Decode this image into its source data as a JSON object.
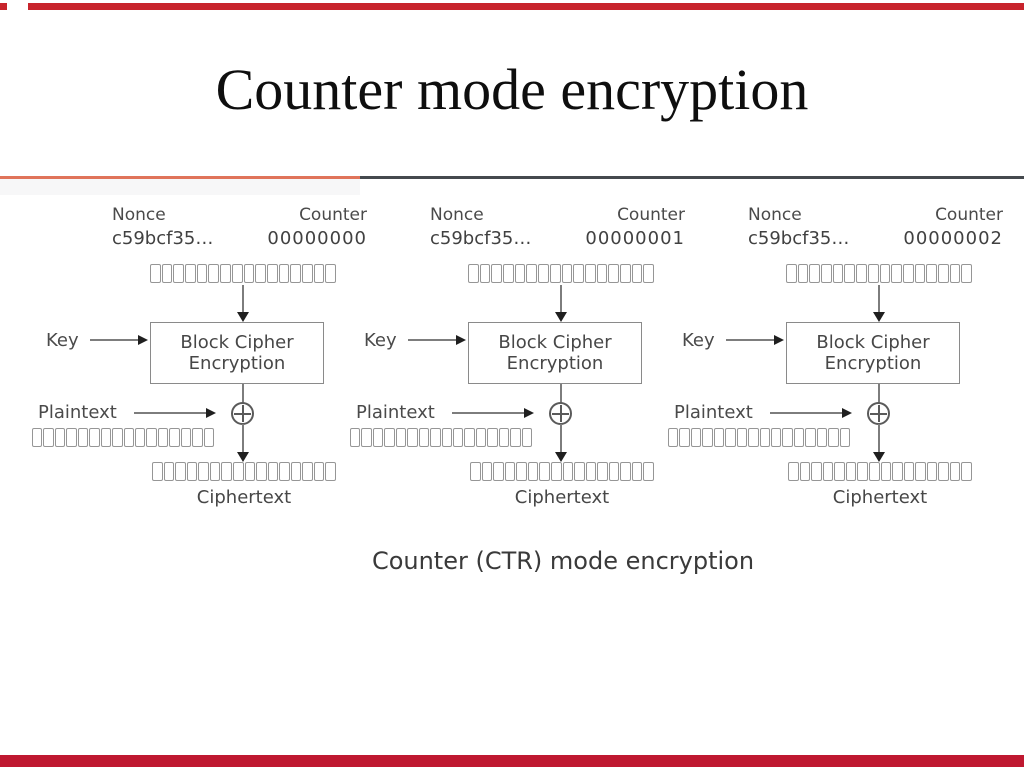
{
  "slide": {
    "title": "Counter mode encryption",
    "caption": "Counter (CTR) mode encryption",
    "accent_colors": {
      "top_bar": "#c8242c",
      "bottom_bar": "#bf1830",
      "divider_left": "#e0745a",
      "divider_right": "#45494e"
    }
  },
  "diagram": {
    "nonce_label": "Nonce",
    "counter_label": "Counter",
    "key_label": "Key",
    "plaintext_label": "Plaintext",
    "ciphertext_label": "Ciphertext",
    "box_line1": "Block Cipher",
    "box_line2": "Encryption",
    "block_cells": 16,
    "icons": {
      "xor": "circle-plus ⊕",
      "arrow_down": "▼",
      "arrow_right": "►"
    },
    "units": [
      {
        "nonce_value": "c59bcf35…",
        "counter_value": "00000000"
      },
      {
        "nonce_value": "c59bcf35…",
        "counter_value": "00000001"
      },
      {
        "nonce_value": "c59bcf35…",
        "counter_value": "00000002"
      }
    ]
  }
}
